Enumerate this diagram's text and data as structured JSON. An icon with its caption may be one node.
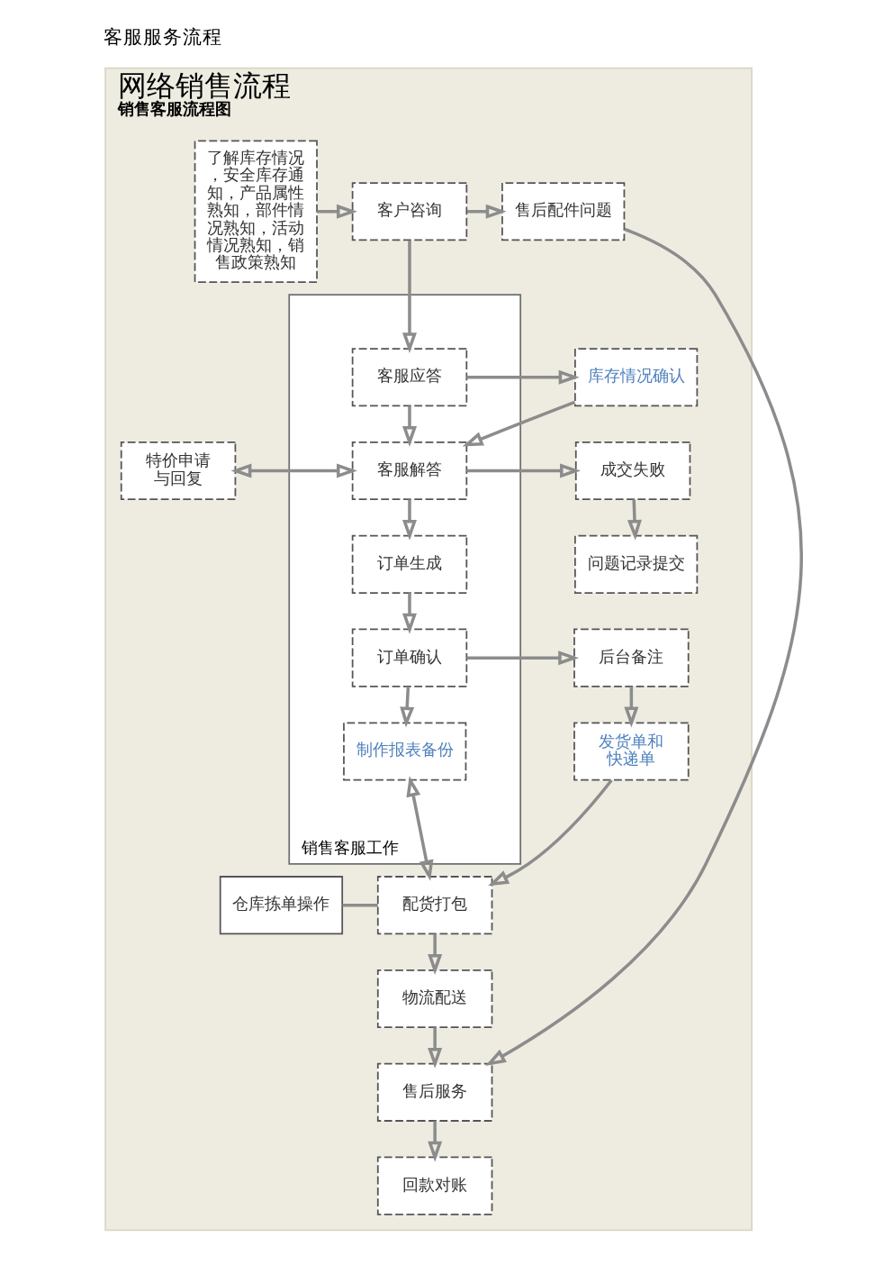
{
  "diagram": {
    "title": "客服服务流程",
    "nodes": [
      {
        "text": [
          "网络销售流程",
          "销售客服流程图"
        ]
      },
      {
        "text": [
          "了解库存情况，安全库存通知，产品属性熟知，部件情况熟知，活动情况熟知，销售政策熟知"
        ],
        "in": 0
      },
      {
        "text": [
          "客户咨询"
        ],
        "in": 0
      },
      {
        "text": [
          "售后配件问题"
        ],
        "in": 0
      },
      {
        "text": [
          "销售客服工作"
        ],
        "in": 0
      },
      {
        "text": [
          "客服应答"
        ],
        "in": 4
      },
      {
        "text": [
          "库存情况确认"
        ],
        "in": 0
      },
      {
        "text": [
          "特价申请与回复"
        ],
        "in": 0
      },
      {
        "text": [
          "客服解答"
        ],
        "in": 4
      },
      {
        "text": [
          "成交失败"
        ],
        "in": 0
      },
      {
        "text": [
          "问题记录提交"
        ],
        "in": 0
      },
      {
        "text": [
          "订单生成"
        ],
        "in": 4
      },
      {
        "text": [
          "订单确认"
        ],
        "in": 4
      },
      {
        "text": [
          "后台备注"
        ],
        "in": 0
      },
      {
        "text": [
          "制作报表备份"
        ],
        "in": 4
      },
      {
        "text": [
          "发货单和快递单"
        ],
        "in": 0
      },
      {
        "text": [
          "配货打包"
        ],
        "in": 0
      },
      {
        "text": [
          "仓库拣单操作"
        ],
        "in": 0
      },
      {
        "text": [
          "物流配送"
        ],
        "in": 0
      },
      {
        "text": [
          "售后服务"
        ],
        "in": 0
      },
      {
        "text": [
          "回款对账"
        ],
        "in": 0
      }
    ],
    "edges": [
      {
        "from": 1,
        "to": 2,
        "arrow": "to"
      },
      {
        "from": 2,
        "to": 3,
        "arrow": "to"
      },
      {
        "from": 2,
        "to": 5,
        "arrow": "to"
      },
      {
        "from": 5,
        "to": 6,
        "arrow": "to"
      },
      {
        "from": 6,
        "to": 8,
        "arrow": "to"
      },
      {
        "from": 7,
        "to": 8,
        "arrow": "both"
      },
      {
        "from": 5,
        "to": 8,
        "arrow": "to"
      },
      {
        "from": 8,
        "to": 9,
        "arrow": "to"
      },
      {
        "from": 9,
        "to": 10,
        "arrow": "to"
      },
      {
        "from": 8,
        "to": 11,
        "arrow": "to"
      },
      {
        "from": 11,
        "to": 12,
        "arrow": "to"
      },
      {
        "from": 12,
        "to": 13,
        "arrow": "to"
      },
      {
        "from": 12,
        "to": 14,
        "arrow": "to"
      },
      {
        "from": 13,
        "to": 15,
        "arrow": "to"
      },
      {
        "from": 15,
        "to": 16,
        "arrow": "to"
      },
      {
        "from": 14,
        "to": 16,
        "arrow": "both"
      },
      {
        "from": 17,
        "to": 16,
        "arrow": "none"
      },
      {
        "from": 16,
        "to": 18,
        "arrow": "to"
      },
      {
        "from": 18,
        "to": 19,
        "arrow": "to"
      },
      {
        "from": 3,
        "to": 19,
        "arrow": "to"
      },
      {
        "from": 19,
        "to": 20,
        "arrow": "to"
      }
    ]
  }
}
